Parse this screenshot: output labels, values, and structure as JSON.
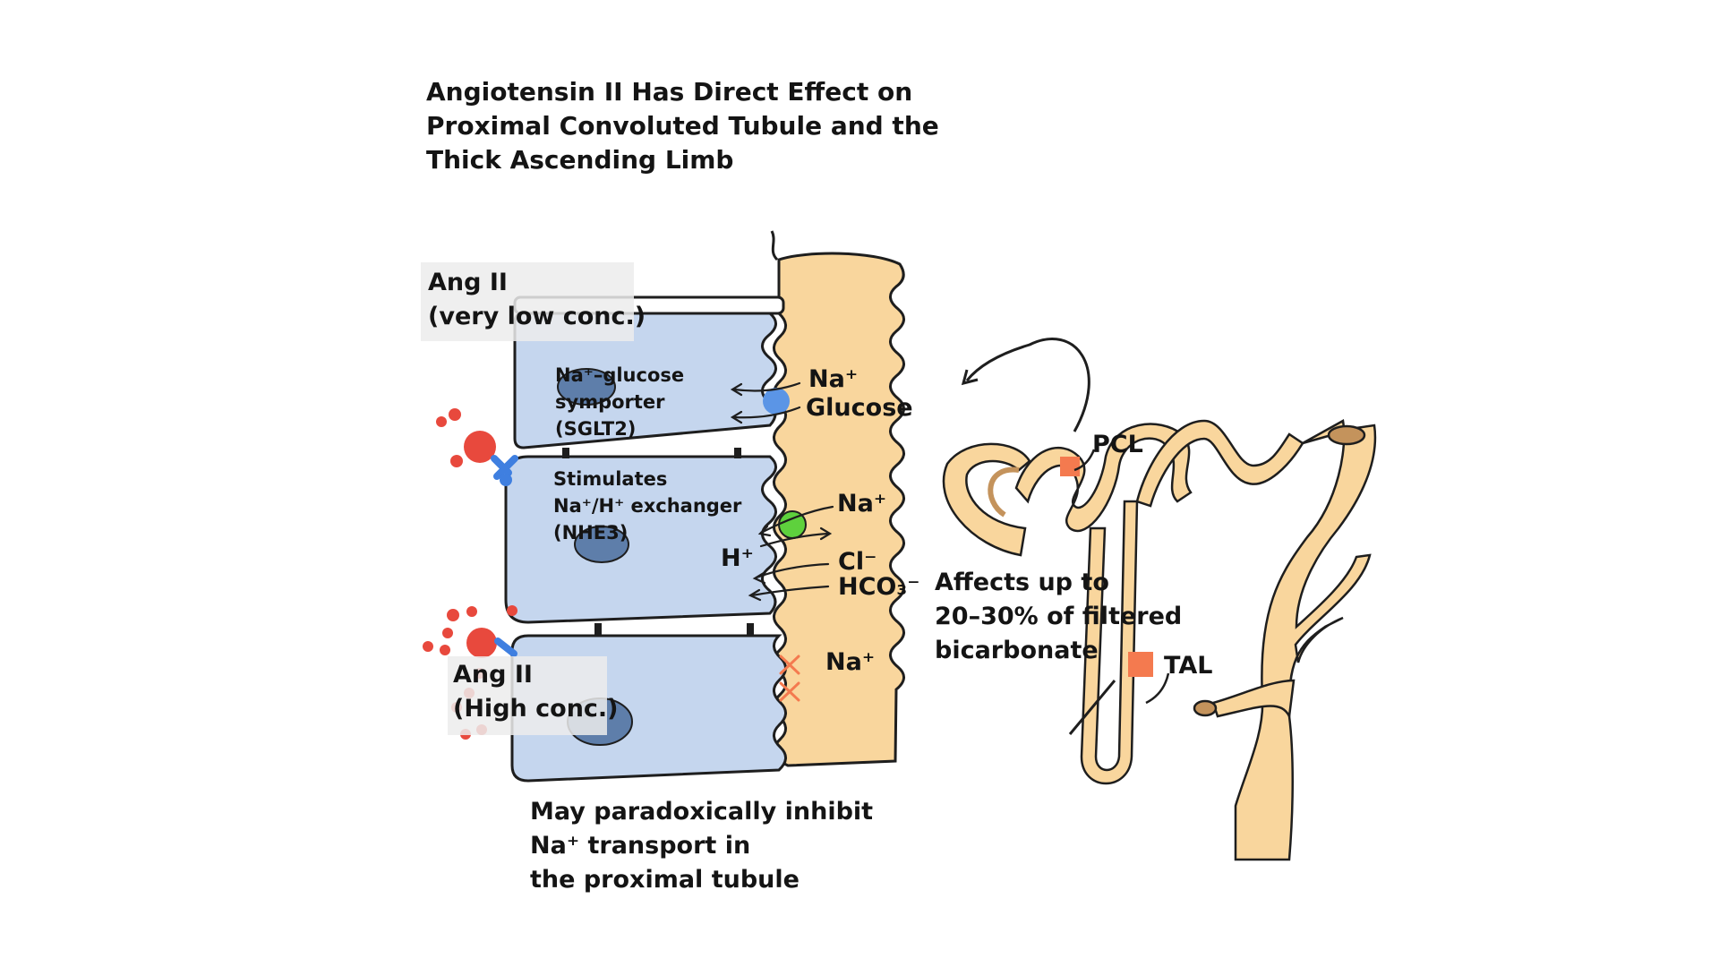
{
  "title": {
    "line1": "Angiotensin II Has Direct Effect on",
    "line2": "Proximal Convoluted Tubule and the",
    "line3": "Thick Ascending Limb"
  },
  "ang_low": {
    "line1": "Ang II",
    "line2": "(very low conc.)"
  },
  "ang_high": {
    "line1": "Ang II",
    "line2": "(High conc.)"
  },
  "sglt2": {
    "line1": "Na⁺–glucose",
    "line2": "symporter",
    "line3": "(SGLT2)"
  },
  "nhe3": {
    "line1": "Stimulates",
    "line2": "Na⁺/H⁺ exchanger",
    "line3": "(NHE3)"
  },
  "ions": {
    "na_top": "Na⁺",
    "glucose": "Glucose",
    "na_mid": "Na⁺",
    "h": "H⁺",
    "cl": "Cl⁻",
    "hco3": "HCO₃⁻",
    "na_bottom": "Na⁺"
  },
  "bicarbonate_note": {
    "line1": "Affects up to",
    "line2": "20–30% of filtered",
    "line3": "bicarbonate"
  },
  "inhibit_note": {
    "line1": "May paradoxically inhibit",
    "line2": "Na⁺ transport in",
    "line3": "the proximal tubule"
  },
  "nephron_labels": {
    "pcl": "PCL",
    "tal": "TAL"
  },
  "colors": {
    "cell_fill": "#c5d6ee",
    "lumen_fill": "#f9d69d",
    "ang_molecule": "#e8493d",
    "receptor": "#3f7fe0",
    "sglt2_transporter": "#5b95e6",
    "nhe3_transporter": "#5ed13d",
    "marker": "#f47a4f",
    "nucleus": "#5e7eaa"
  }
}
